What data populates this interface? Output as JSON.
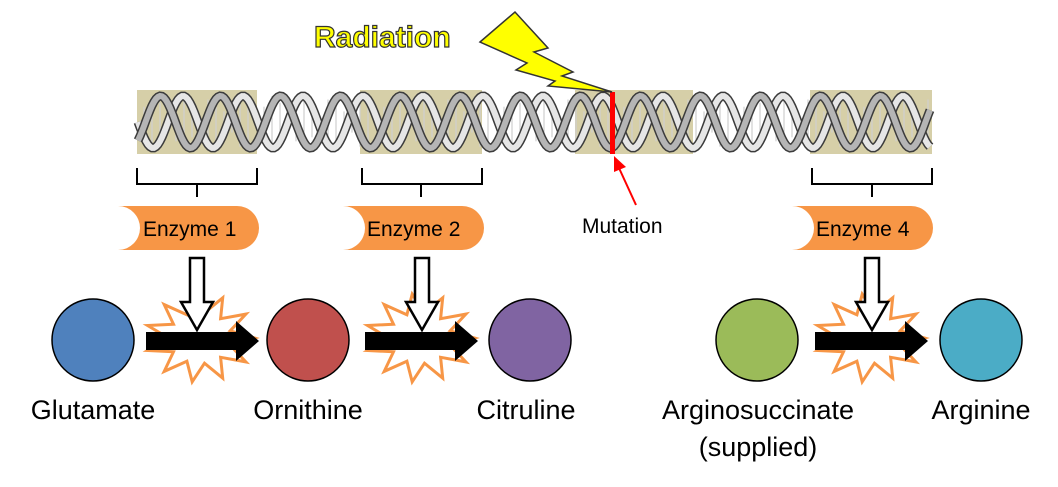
{
  "radiation": {
    "label": "Radiation",
    "fill": "#ffff00",
    "stroke": "#333333"
  },
  "mutation": {
    "label": "Mutation",
    "color": "#ff0000"
  },
  "dna": {
    "region_color": "#d6cfa8",
    "strand_color": "#9a9a9a"
  },
  "enzymes": [
    {
      "label": "Enzyme 1"
    },
    {
      "label": "Enzyme 2"
    },
    {
      "label": "Enzyme 4"
    }
  ],
  "enzyme_color": "#f79646",
  "molecules": [
    {
      "label": "Glutamate",
      "color": "#4f81bd"
    },
    {
      "label": "Ornithine",
      "color": "#c0504d"
    },
    {
      "label": "Citruline",
      "color": "#8064a2"
    },
    {
      "label": "Arginosuccinate",
      "sublabel": "(supplied)",
      "color": "#9bbb59"
    },
    {
      "label": "Arginine",
      "color": "#4bacc6"
    }
  ],
  "burst_color": "#f79646"
}
